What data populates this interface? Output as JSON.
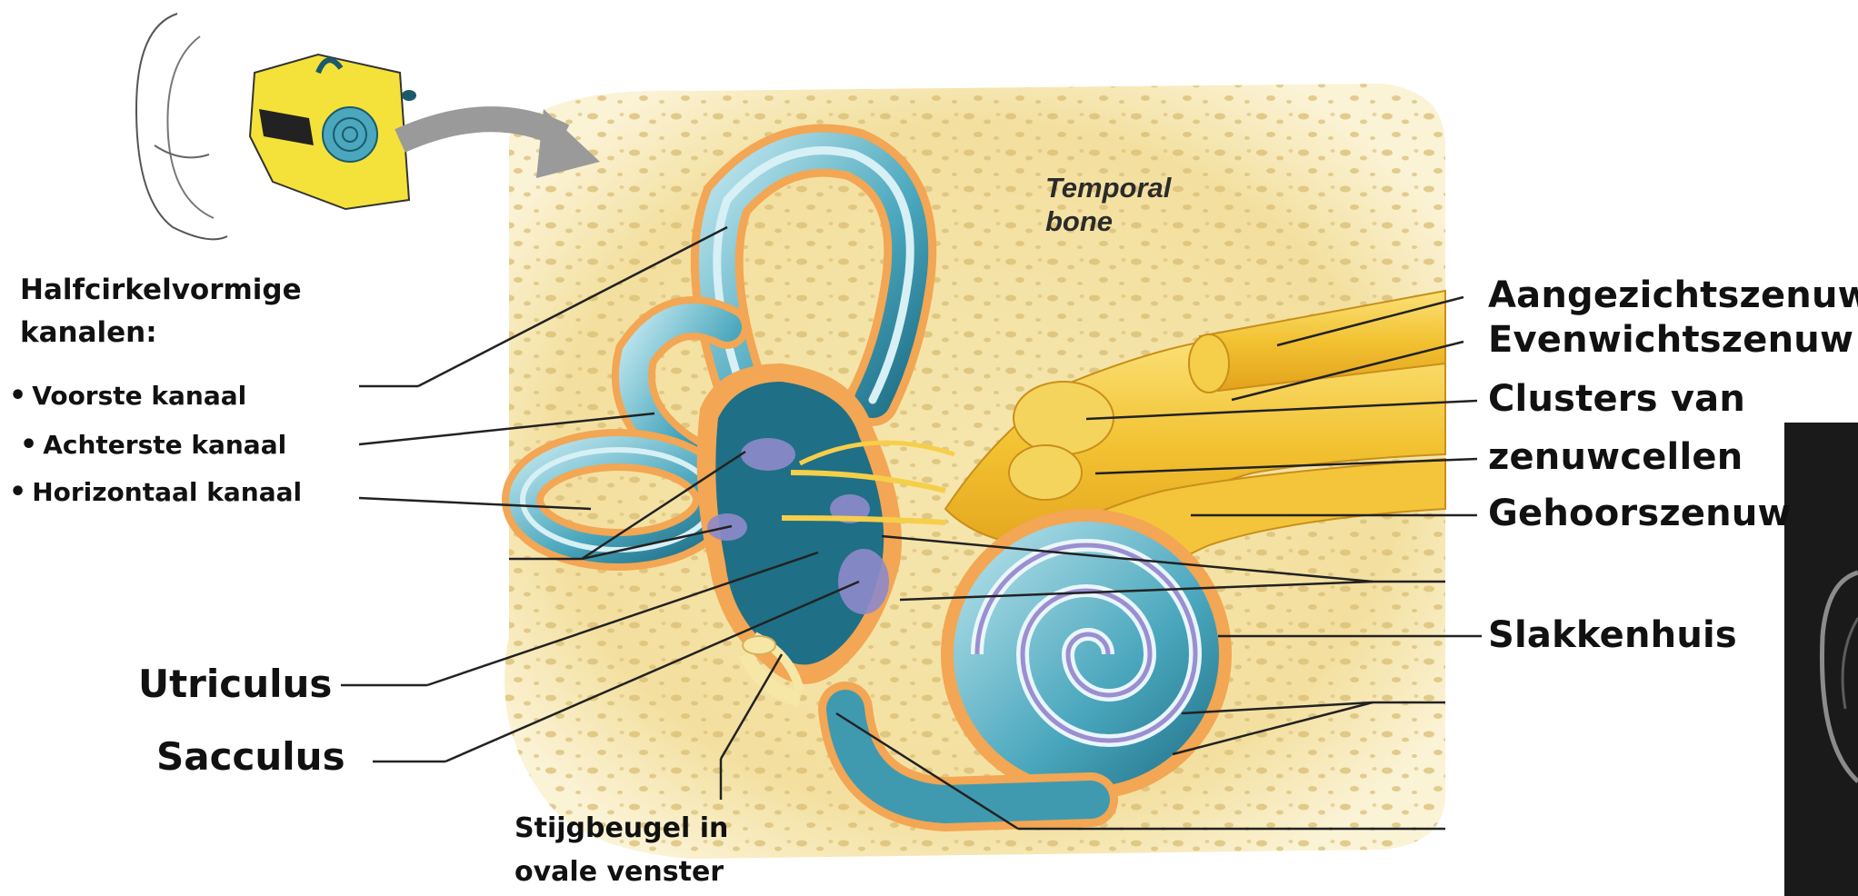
{
  "diagram": {
    "bone_label": [
      "Temporal",
      "bone"
    ],
    "left_labels": {
      "heading": [
        "Halfcirkelvormige",
        "kanalen:"
      ],
      "canals": [
        "Voorste kanaal",
        "Achterste kanaal",
        "Horizontaal kanaal"
      ],
      "utriculus": "Utriculus",
      "sacculus": "Sacculus"
    },
    "bottom_label": [
      "Stijgbeugel in",
      "ovale venster"
    ],
    "right_labels": {
      "facial_nerve": "Aangezichtszenuw",
      "vestibular_nerve": "Evenwichtszenuw",
      "clusters_line1": "Clusters van",
      "clusters_line2": "zenuwcellen",
      "cochlear_nerve": "Gehoorszenuw",
      "cochlea": "Slakkenhuis"
    },
    "colors": {
      "bone": "#f4e3a8",
      "nerve": "#f2c232",
      "membrane": "#2f8ea4",
      "canal_wall": "#f3a653",
      "leader_line": "#222222",
      "arrow": "#9a9a9a"
    }
  }
}
